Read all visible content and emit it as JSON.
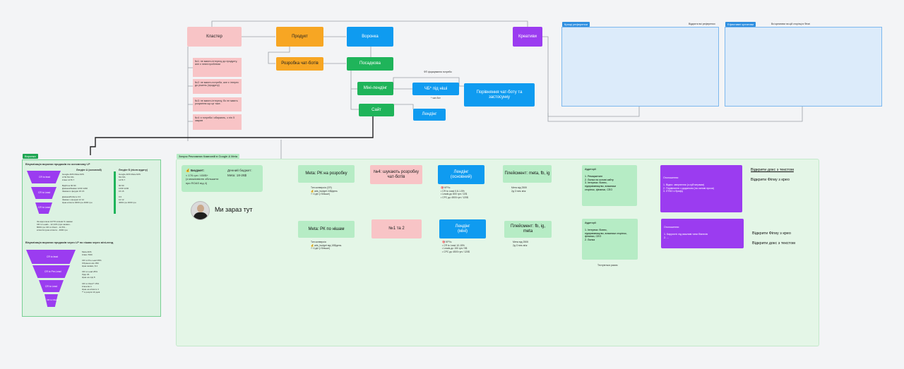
{
  "top": {
    "cluster": "Кластер",
    "product": "Продукт",
    "funnel": "Воронка",
    "creatives": "Креативи",
    "bot_dev": "Розробка чат-ботів",
    "landing_page": "Посадкова",
    "mini_landing": "Міні-лендінг",
    "site": "Сайт",
    "chb": "ЧБ* під ніші",
    "chb_note": "* чат-бот",
    "compare": "Порівняння чат-боту та застосунку",
    "landing_small": "Лендінг",
    "fp_label": "ФП формування потреби",
    "notes": [
      "№1: не мають інтересу до продукту, але є певні проблеми",
      "№2: не мають потреби, але є інтерес до рішень (продукту)",
      "№3: не мають інтересу, бо не мають розуміння що це таке.",
      "№4: є потреба і обирають, з п'ю 5 закрив"
    ]
  },
  "refs": {
    "best_tag": "Кращі референси",
    "best_link": "Відкрити всі референси",
    "eff_tag": "Ефективні креативи",
    "eff_link": "Всі креативи на цій сторінці в Фігмі"
  },
  "left_frame": {
    "tag": "Воронка",
    "title1": "Візуалізація воронки продажів по основному LP",
    "title2": "Візуалізація воронки продажів через LP по нішам через міні-ленд",
    "funnel1": [
      "CR to lead",
      "CR to Lead",
      "CR to Lead"
    ],
    "funnel2": [
      "CR to lead",
      "CR to Pre-Lead",
      "CR to Lead",
      "CR to Client"
    ],
    "col_a": "Лендінг А (основний)",
    "col_b": "Лендінг Б (після аудиту)",
    "table1": "Google ADS     Meta ADS\nCTR       5%        5%\nКліки      1476       7\n\nВідбіток      90        90\nДзвінки/Заявки    1230      1230\nЗаявки в форумі    15        15\n\nДзвінки/Робота     0         0\nЗаявки з форумі    12        12\nЦіна клієнта     4000 грн    4000 грн",
    "table1b": "Google ADS     Meta ADS\n5%        5%\n1476       7\n\n90        90\n1230      1230\n15        15\n\n0         0\n12        12\n4000 грн    4000 грн",
    "note1": "За відсотком 14776 клієнів % заявки\nCR to Leads - 12,14% (при заявки -\n8000 грн CR to Client - 12,5% -\nклієнтів (ціна клієнта - 4000 грн",
    "table2": "Meta ADS\nКліки       7000\n\nCR to Pre-Lead     35%\nОбрання ніш       350\nЦіна заявки, $     2\n\nCR to Lead       25%\nЛіди         36\nЦіна на ліді       8\n\nCR to Client*      15%\nКлієнтів        4\nЦіна на клієнта     4\n** в розрізі 10 днів"
  },
  "main_frame": {
    "tag": "Запуск Рекламних Кампаній в Google & Meta",
    "budget_title": "💰 Бюджет:",
    "budget_text": "≈ 17К грн / 450$+\n(з можливістю збільшити\nпри ROAS від 4)",
    "daily_title": "Денний бюджет:",
    "daily_value": "Meta: 18-26$",
    "here": "Ми зараз тут",
    "row1": {
      "campaign": "Meta: РК на розробку",
      "campaign_note": "Тип конверсія (CR)\n💰 ads_budget 24$/день\n⏱ 4 дні (і більше)",
      "segment": "№4: шукають розробку чат-ботів",
      "landing": "Лендінг\n(основний)",
      "kpi": "🎯 KPI’s:\n•  CR to Lead 0.8-1.5%\n•  Leads до 800 грн / 22$\n•  CPC до 4500 грн / 120$",
      "placement": "Плейсмент: meta, fb, ig",
      "placement_note": "Мета від 250К\n2д Стать м/ж",
      "audience": "Аудиторії:\n\n1.  Ремаркетинг\n2.  Лалка на основі сайту\n3.  Інтереси: бізнес,\n     підприємництво, власники\n     сторінок, фінанси, CEO",
      "ads": "Оголошення:\n\n1.  Відео: звернення (з субтитрами)\n2.  Порівняння з додатком (на основі прози)\n3.  ЛТВО з брифу",
      "link1": "Відкрити докс з текстом",
      "link2": "Відкрити Фігму з крео"
    },
    "row2": {
      "campaign": "Meta: РК по нішам",
      "campaign_note": "Тип конверсія\n💰 ads_budget від 15$/день\n⏱ 4 дні (і більше)",
      "segment": "№1 та 2",
      "landing": "Лендінг\n(міні)",
      "kpi": "🎯 KPI’s:\n•  CR to Lead 10-15%\n•  Leads до 150 грн / 5$\n•  CPC до 4500 грн / 120$",
      "placement": "Плейсмент: fb, ig, meta",
      "placement_note": "Мета від 250К\n2д Стать м/ж",
      "audience": "Аудиторії:\n\n1.  Інтереси: бізнес,\n     підприємництво, власники сторінок,\n     фінанси, CEO\n2.  Лалка",
      "ads": "Оголошення:\n\n1.  Каруселі: під важливі типи бізнесів\n2.  ...",
      "link1": "Відкрити Фігму з крео",
      "link2": "Відкрити докс з текстом",
      "tested": "Тестуються разом"
    }
  }
}
